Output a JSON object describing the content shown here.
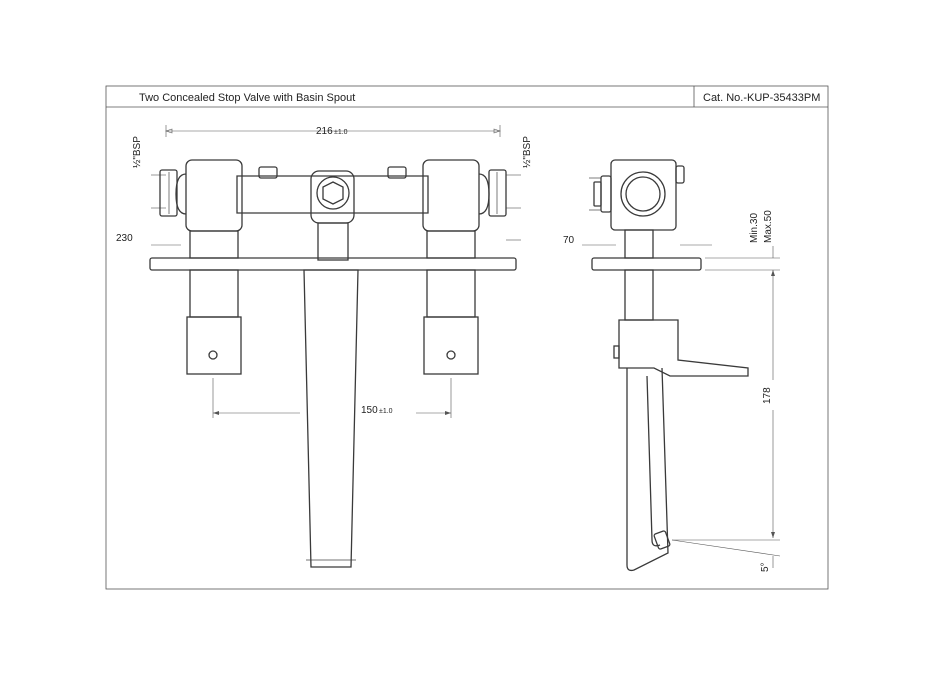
{
  "title_block": {
    "title": "Two Concealed Stop Valve with Basin Spout",
    "catalog_number": "Cat. No.-KUP-35433PM"
  },
  "front_view": {
    "dim_top_value": "216",
    "dim_top_tol": "±1.0",
    "dim_bottom_value": "150",
    "dim_bottom_tol": "±1.0",
    "dim_left": "230",
    "thread_left": "½\"BSP",
    "thread_right": "½\"BSP"
  },
  "side_view": {
    "dim_wall": "70",
    "dim_min": "Min.30",
    "dim_max": "Max.50",
    "dim_height": "178",
    "dim_angle": "5°"
  },
  "colors": {
    "line": "#3a3a3a",
    "frame": "#555555",
    "background": "#ffffff"
  }
}
